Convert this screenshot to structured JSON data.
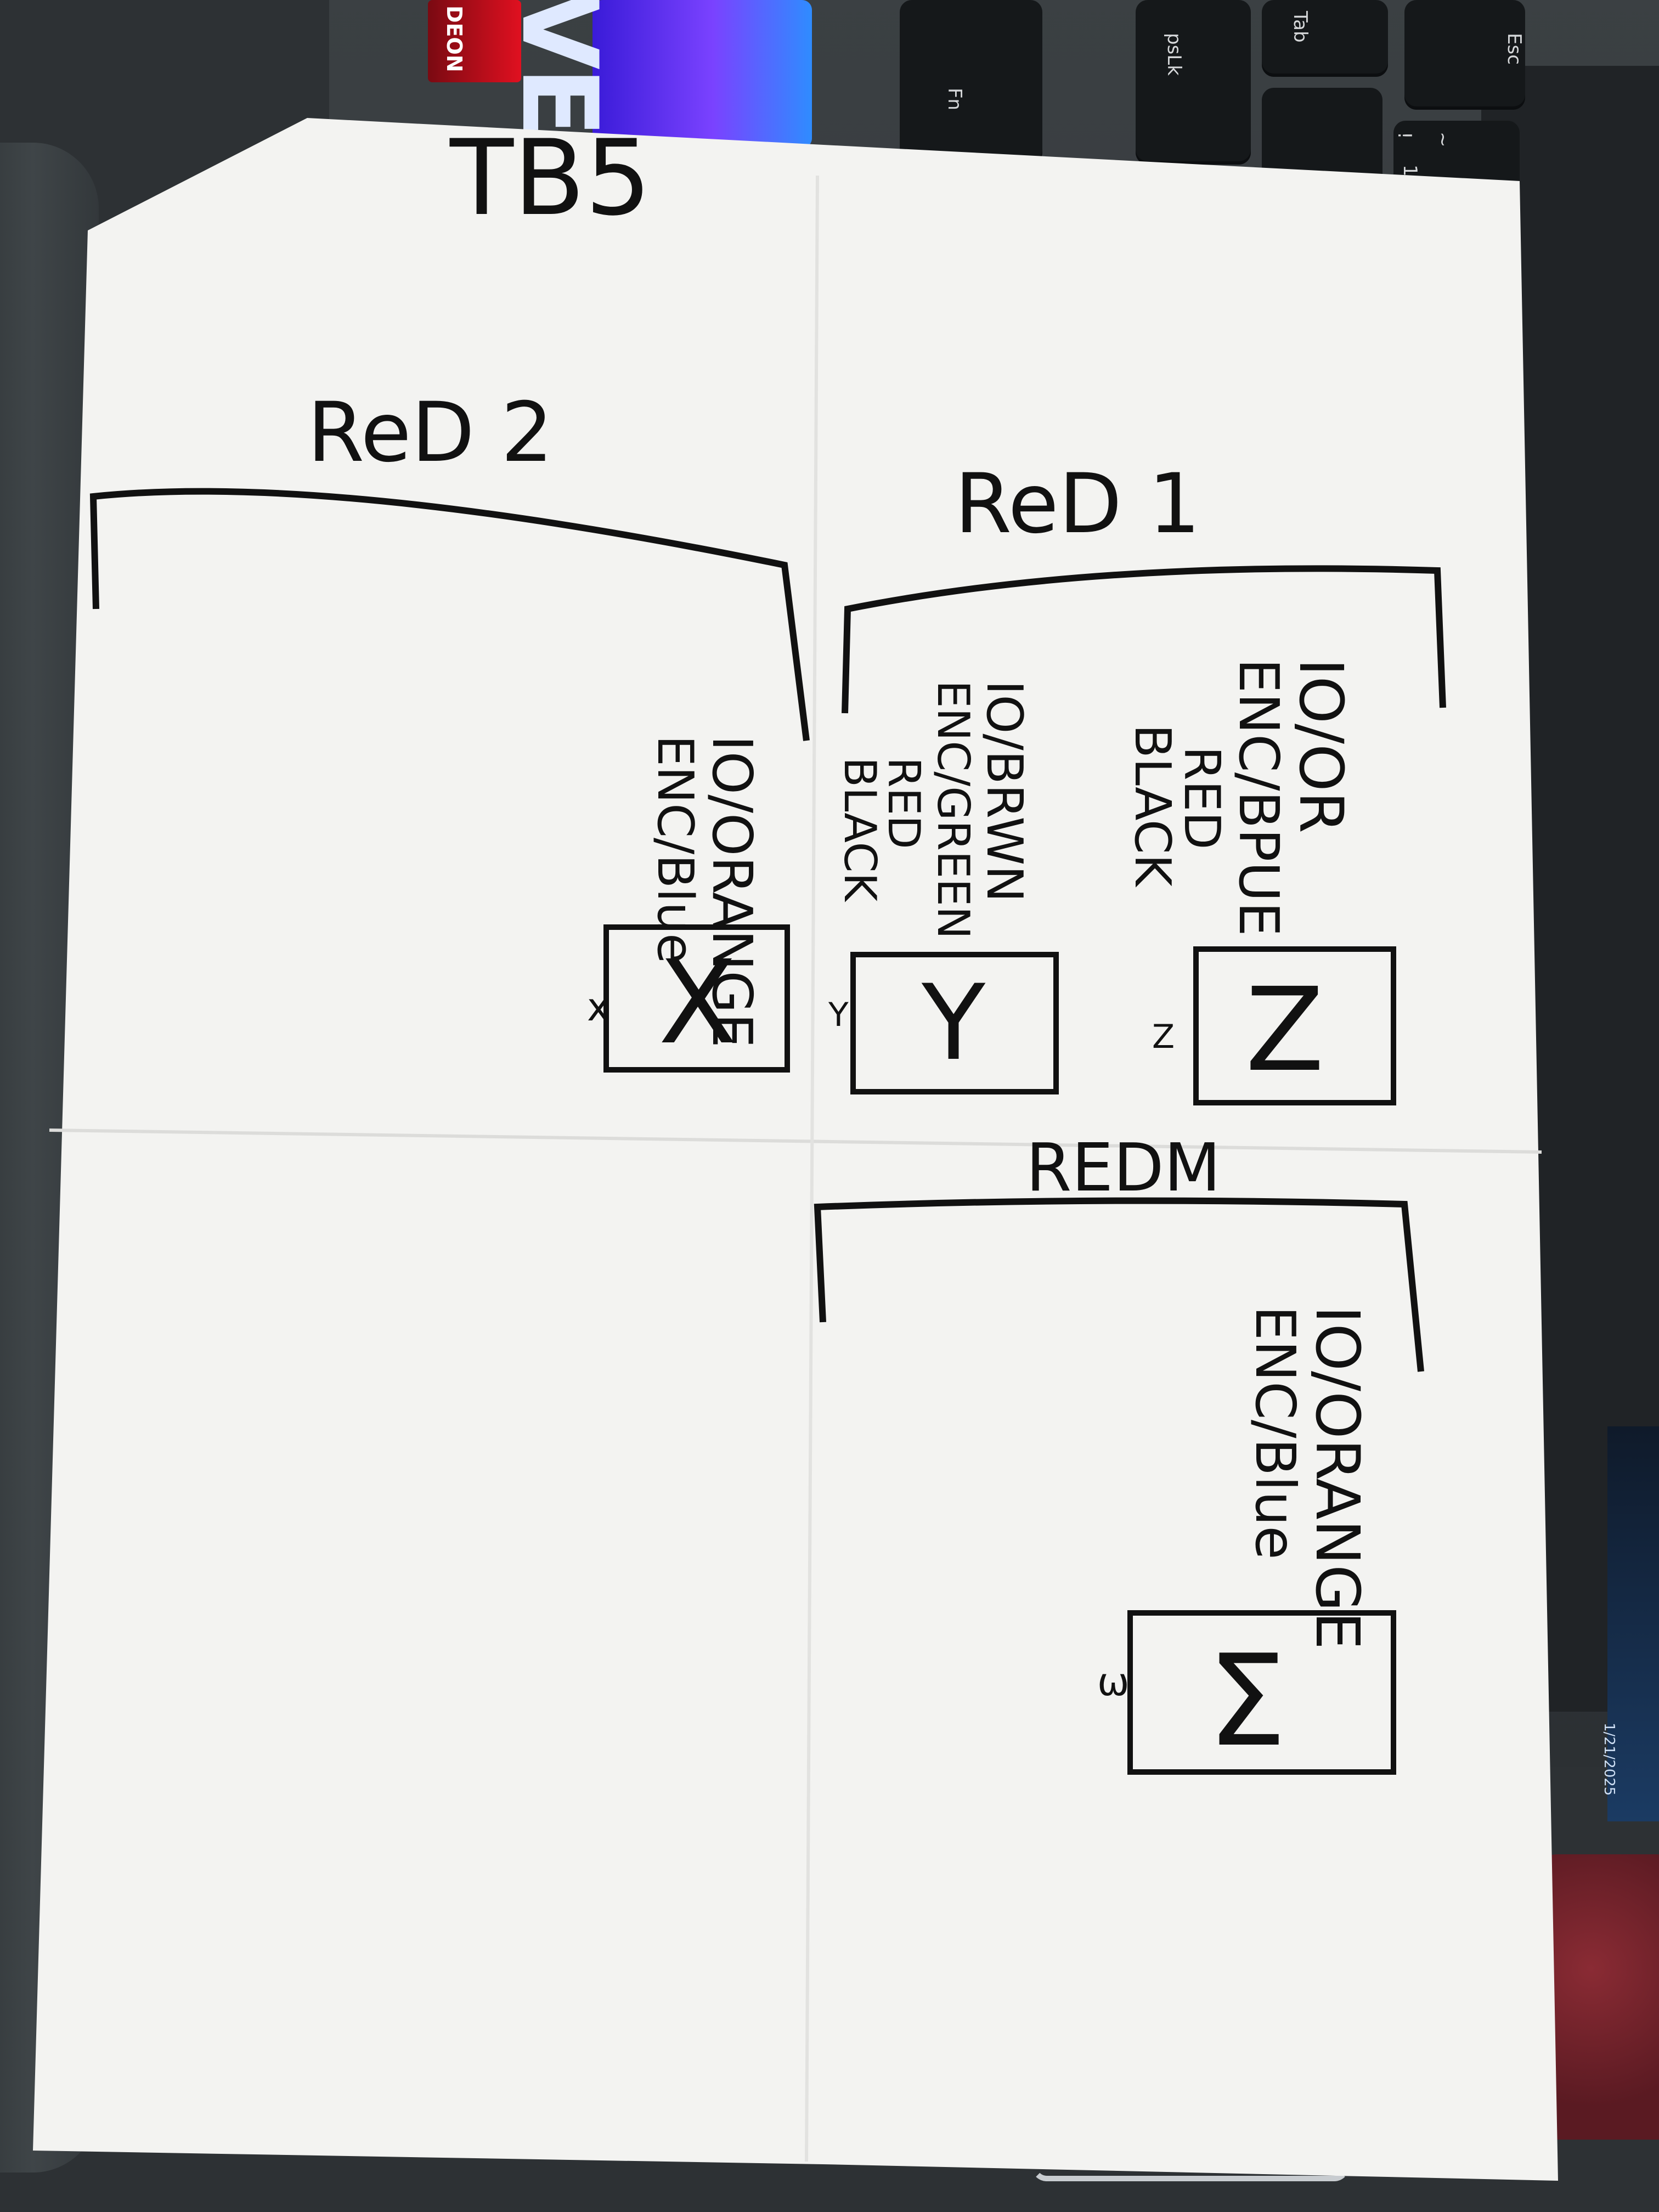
{
  "scene": {
    "description_free": true,
    "colors": {
      "paper": "#f3f3f1",
      "ink": "#111111",
      "laptop": "#33383b",
      "cloth": "#7a2330"
    }
  },
  "background": {
    "keyboard_keys": [
      "Esc",
      "Tab",
      "psLk",
      "Fn",
      "~",
      "!",
      "1"
    ],
    "sticker_text": "VEF",
    "sticker_red_text": "DEON",
    "screen_date": "1/21/2025"
  },
  "sheet": {
    "title": "TB5",
    "sections": [
      {
        "id": "red-2",
        "label": "ReD 2",
        "notes": [
          "IO/ORANGE",
          "ENC/Blue"
        ],
        "box_glyph": "X",
        "box_side_mark": "x"
      },
      {
        "id": "red-1",
        "label": "ReD 1",
        "notes_a": [
          "IO/BRWN",
          "ENC/GREEN",
          "RED",
          "BLACK"
        ],
        "box_a_glyph": "Y",
        "box_a_side_mark": "Y",
        "notes_b": [
          "IO/OR",
          "ENC/BPUE",
          "RED",
          "BLACK"
        ],
        "box_b_glyph": "Z",
        "box_b_side_mark": "Z"
      },
      {
        "id": "red-3",
        "label": "REDM",
        "notes": [
          "IO/ORANGE",
          "ENC/Blue"
        ],
        "box_glyph": "Σ",
        "box_side_mark": "ω"
      }
    ]
  }
}
